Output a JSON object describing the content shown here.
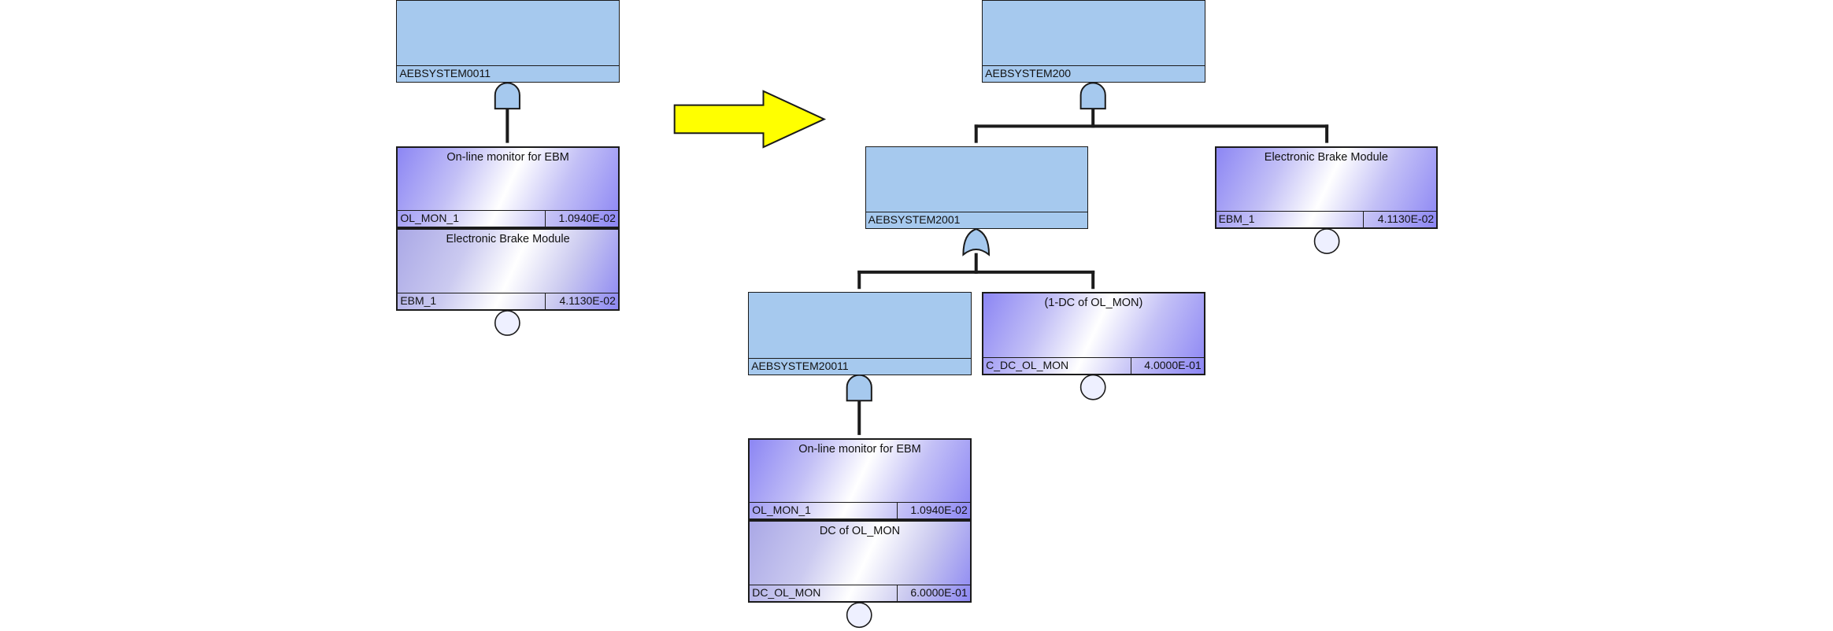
{
  "colors": {
    "gate_fill": "#a6c9ee",
    "line": "#1b1b1b",
    "arrow_fill": "#ffff00",
    "event_gradient_edge": "#8c86f4",
    "basic_circle_fill": "#eef0ff"
  },
  "gates": [
    {
      "key": "g-left-top",
      "id": "AEBSYSTEM0011",
      "gate_type": "and"
    },
    {
      "key": "g-right-top",
      "id": "AEBSYSTEM200",
      "gate_type": "and"
    },
    {
      "key": "g-right-mid",
      "id": "AEBSYSTEM2001",
      "gate_type": "or"
    },
    {
      "key": "g-right-low",
      "id": "AEBSYSTEM20011",
      "gate_type": "and"
    }
  ],
  "events": [
    {
      "key": "e-left-olmon",
      "description": "On-line monitor for EBM",
      "id": "OL_MON_1",
      "probability": "1.0940E-02",
      "style": "strong"
    },
    {
      "key": "e-left-ebm",
      "description": "Electronic Brake Module",
      "id": "EBM_1",
      "probability": "4.1130E-02",
      "style": "soft"
    },
    {
      "key": "e-right-ebm",
      "description": "Electronic Brake Module",
      "id": "EBM_1",
      "probability": "4.1130E-02",
      "style": "strong"
    },
    {
      "key": "e-right-cdc",
      "description": "(1-DC of OL_MON)",
      "id": "C_DC_OL_MON",
      "probability": "4.0000E-01",
      "style": "strong"
    },
    {
      "key": "e-right-olmon",
      "description": "On-line monitor for EBM",
      "id": "OL_MON_1",
      "probability": "1.0940E-02",
      "style": "strong"
    },
    {
      "key": "e-right-dc",
      "description": "DC of OL_MON",
      "id": "DC_OL_MON",
      "probability": "6.0000E-01",
      "style": "soft"
    }
  ],
  "transform_arrow": {
    "icon": "right-arrow-icon",
    "direction": "right"
  }
}
